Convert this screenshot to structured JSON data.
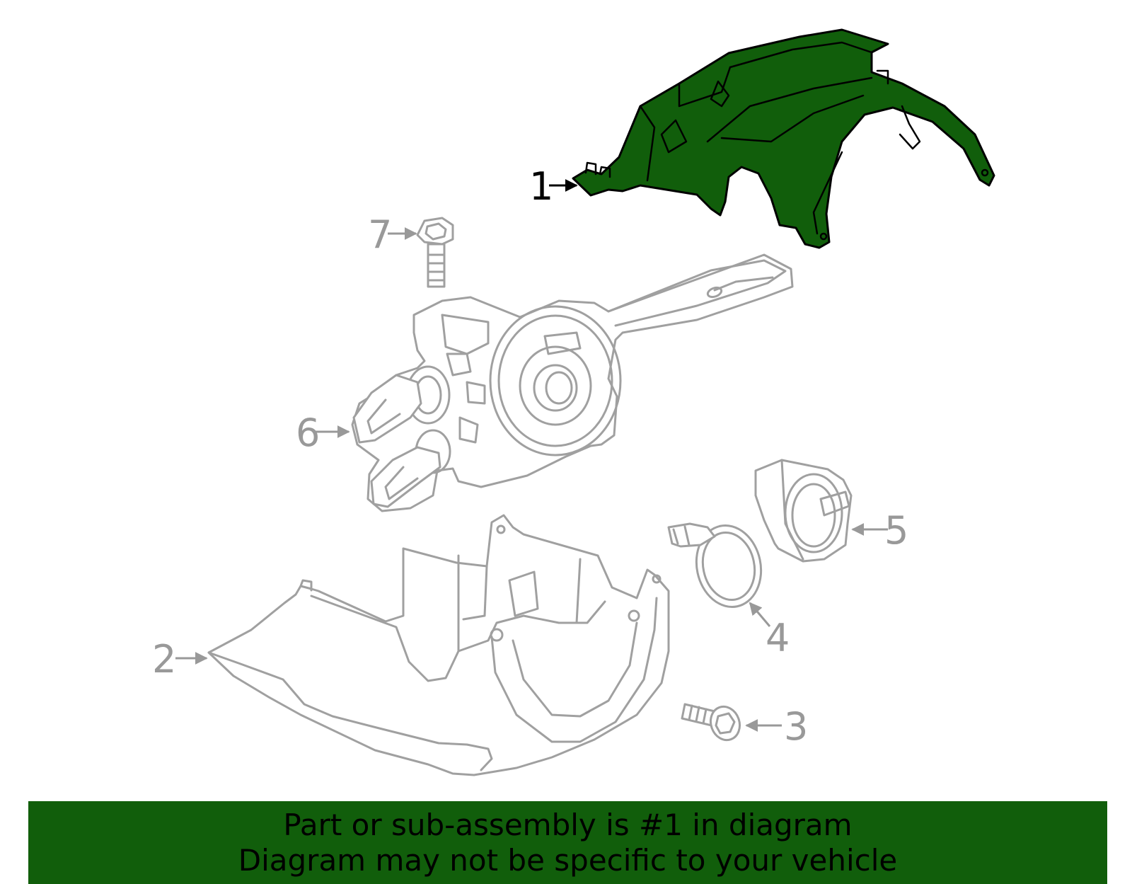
{
  "callouts": [
    {
      "id": "1",
      "label": "1"
    },
    {
      "id": "2",
      "label": "2"
    },
    {
      "id": "3",
      "label": "3"
    },
    {
      "id": "4",
      "label": "4"
    },
    {
      "id": "5",
      "label": "5"
    },
    {
      "id": "6",
      "label": "6"
    },
    {
      "id": "7",
      "label": "7"
    }
  ],
  "highlighted_part": "1",
  "colors": {
    "highlight": "#115e0b",
    "part_line": "#a0a0a0",
    "callout_gray": "#999999",
    "banner_bg": "#115e0b"
  },
  "banner": {
    "line1": "Part or sub-assembly is #1 in diagram",
    "line2": "Diagram may not be specific to your vehicle"
  }
}
